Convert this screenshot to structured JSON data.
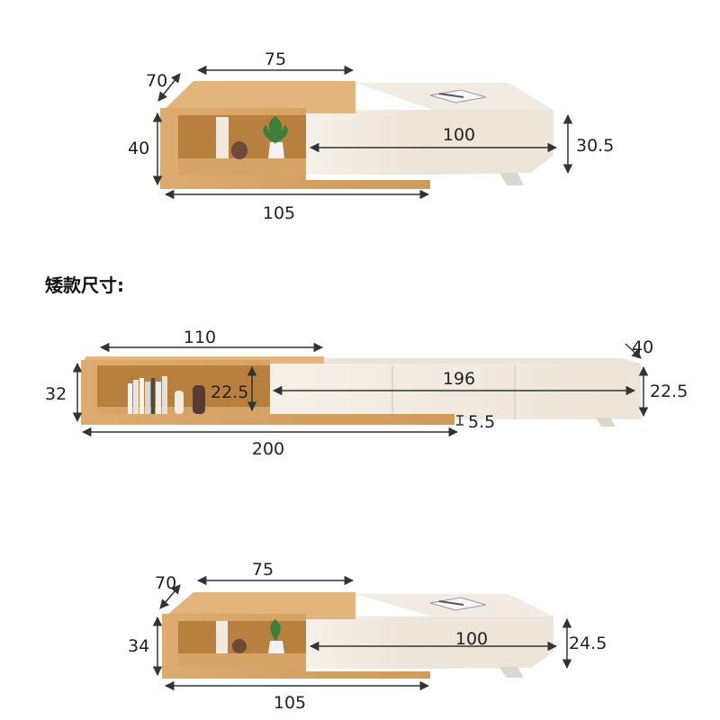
{
  "heading": "矮款尺寸:",
  "top_table": {
    "depth": "70",
    "top_width": "75",
    "height": "40",
    "drawer_length": "100",
    "drawer_height": "30.5",
    "total_length": "105"
  },
  "tv_cabinet": {
    "open_width": "110",
    "height": "32",
    "inner_height": "22.5",
    "drawer_length": "196",
    "depth": "40",
    "drawer_height": "22.5",
    "leg_height": "5.5",
    "total_length": "200"
  },
  "bottom_table": {
    "depth": "70",
    "top_width": "75",
    "height": "34",
    "drawer_length": "100",
    "drawer_height": "24.5",
    "total_length": "105"
  },
  "colors": {
    "wood": "#d9a66a",
    "wood_dark": "#b9833f",
    "cream": "#f3ece3",
    "cream_shade": "#e6ddd1"
  }
}
